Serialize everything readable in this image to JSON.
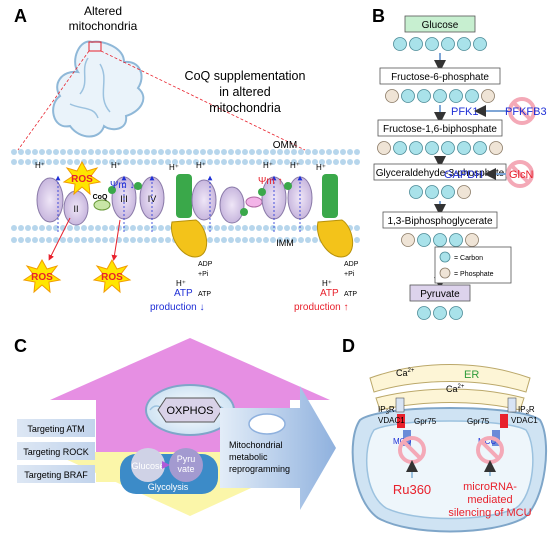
{
  "panel_a": {
    "label": "A",
    "title_line1": "Altered",
    "title_line2": "mitochondria",
    "coq_title_line1": "CoQ supplementation",
    "coq_title_line2": "in altered",
    "coq_title_line3": "mitochondria",
    "omm": "OMM",
    "imm": "IMM",
    "h_plus": "H⁺",
    "ros": "ROS",
    "coq": "CoQ",
    "e_minus": "e⁻",
    "complex_ii": "II",
    "complex_iii": "III",
    "complex_iv": "IV",
    "psi_left": "Ψm ↓",
    "psi_right": "Ψm ↑",
    "adp": "ADP",
    "pi": "+Pi",
    "atp": "ATP",
    "atp_prod_left_1": "ATP",
    "atp_prod_left_2": "production ↓",
    "atp_prod_right_1": "ATP",
    "atp_prod_right_2": "production ↑",
    "colors": {
      "ros": "#e8212c",
      "blue": "#1f2fd6",
      "membrane": "#a9cde6"
    }
  },
  "panel_b": {
    "label": "B",
    "steps": [
      "Glucose",
      "Fructose-6-phosphate",
      "Fructose-1,6-biphosphate",
      "Glyceraldehyde-3-phosphate",
      "1,3-Biphosphoglycerate",
      "Pyruvate"
    ],
    "pfk1": "PFK1",
    "pfkfb3": "PFKFB3",
    "gapdh": "GAPDH",
    "glcn": "GlcN",
    "legend_carbon": "= Carbon",
    "legend_phosphate": "= Phosphate",
    "colors": {
      "carbon": "#a9e2ea",
      "phosphate": "#efe4d6",
      "enzyme": "#1f2fd6"
    }
  },
  "panel_c": {
    "label": "C",
    "oxphos": "OXPHOS",
    "targets": [
      "Targeting ATM",
      "Targeting ROCK",
      "Targeting BRAF"
    ],
    "arrow_text_1": "Mitochondrial",
    "arrow_text_2": "metabolic",
    "arrow_text_3": "reprogramming",
    "glucose": "Glucose",
    "pyru_1": "Pyru",
    "pyru_2": "vate",
    "glycolysis": "Glycolysis",
    "colors": {
      "oxphos": "#e68fe3",
      "glyco": "#fbf6a9",
      "arrow": "#9db9e0"
    }
  },
  "panel_d": {
    "label": "D",
    "ca": "Ca",
    "ca_sup": "2+",
    "er": "ER",
    "ip3r": "IP",
    "ip3r_sub": "3",
    "ip3r_r": "R",
    "gpr75": "Gpr75",
    "vdac1": "VDAC1",
    "mcu": "MCU",
    "ru360": "Ru360",
    "mirna_1": "microRNA-",
    "mirna_2": "mediated",
    "mirna_3": "silencing of MCU",
    "colors": {
      "red": "#e8212c",
      "er": "#2e9b3a",
      "mcu": "#1f2fd6"
    }
  }
}
